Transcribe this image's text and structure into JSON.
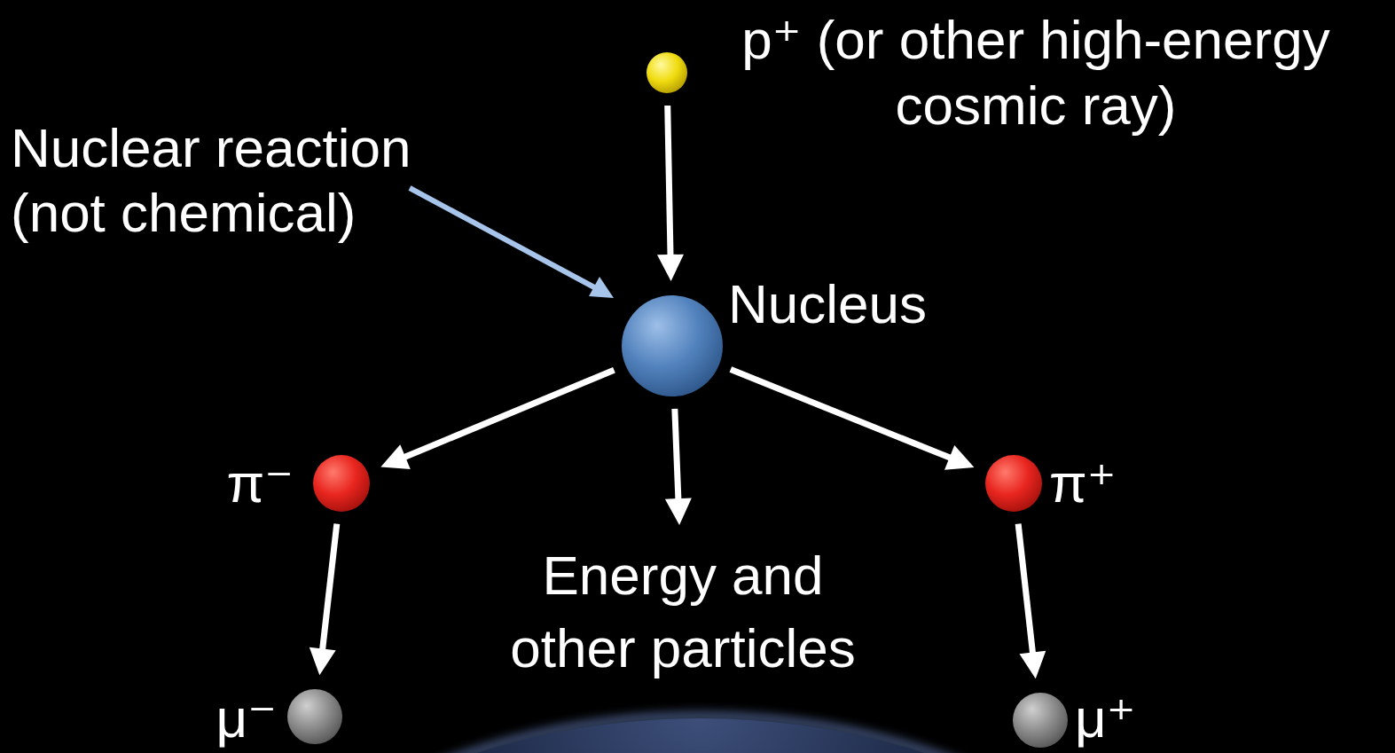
{
  "diagram": {
    "nodes": [
      {
        "text": [
          "p⁺ (or other high-energy cosmic ray)"
        ]
      },
      {
        "text": [
          "Nucleus"
        ]
      },
      {
        "text": [
          "π⁻"
        ]
      },
      {
        "text": [
          "Energy and other particles"
        ]
      },
      {
        "text": [
          "π⁺"
        ]
      },
      {
        "text": [
          "μ⁻"
        ]
      },
      {
        "text": [
          "μ⁺"
        ]
      }
    ],
    "edges": [
      {
        "from": 0,
        "to": 1,
        "arrow": "to"
      },
      {
        "from": 1,
        "to": 2,
        "arrow": "to"
      },
      {
        "from": 1,
        "to": 3,
        "arrow": "to"
      },
      {
        "from": 1,
        "to": 4,
        "arrow": "to"
      },
      {
        "from": 2,
        "to": 5,
        "arrow": "to"
      },
      {
        "from": 4,
        "to": 6,
        "arrow": "to"
      }
    ],
    "labels": [
      "Nuclear reaction (not chemical)"
    ]
  }
}
